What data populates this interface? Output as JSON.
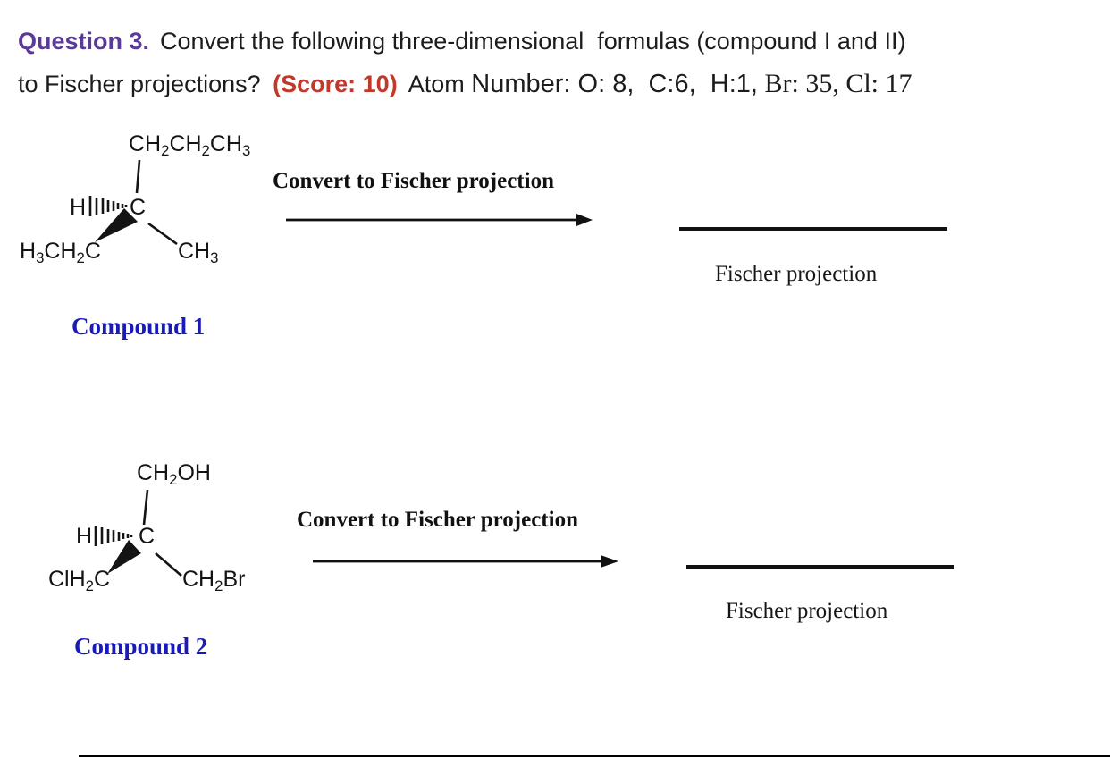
{
  "colors": {
    "question_heading": "#5b3a97",
    "score": "#c0392b",
    "compound_caption": "#1a1ab8",
    "text": "#1c1c1c",
    "structure": "#141414",
    "background": "#ffffff"
  },
  "header": {
    "question_label": "Question 3.",
    "line1_text": "Convert the following three-dimensional  formulas (compound I and II)",
    "line2_text": "to Fischer projections?",
    "score_text": "(Score: 10)",
    "atom_word": "Atom",
    "atom_numbers_sans": "Number: O: 8,  C:6,  H:1,",
    "atom_numbers_serif": "Br: 35, Cl: 17"
  },
  "compound1": {
    "top_group": [
      "CH",
      "2",
      "CH",
      "2",
      "CH",
      "3"
    ],
    "left_atom": "H",
    "center_atom": "C",
    "bottom_left_group": [
      "H",
      "3",
      "CH",
      "2",
      "C"
    ],
    "bottom_right_group": [
      "CH",
      "3"
    ],
    "caption": "Compound 1",
    "arrow_label": "Convert to Fischer projection",
    "answer_label": "Fischer projection"
  },
  "compound2": {
    "top_group": [
      "CH",
      "2",
      "OH"
    ],
    "left_atom": "H",
    "center_atom": "C",
    "bottom_left_group": [
      "ClH",
      "2",
      "C"
    ],
    "bottom_right_group": [
      "CH",
      "2",
      "Br"
    ],
    "caption": "Compound 2",
    "arrow_label": "Convert to Fischer projection",
    "answer_label": "Fischer projection"
  }
}
